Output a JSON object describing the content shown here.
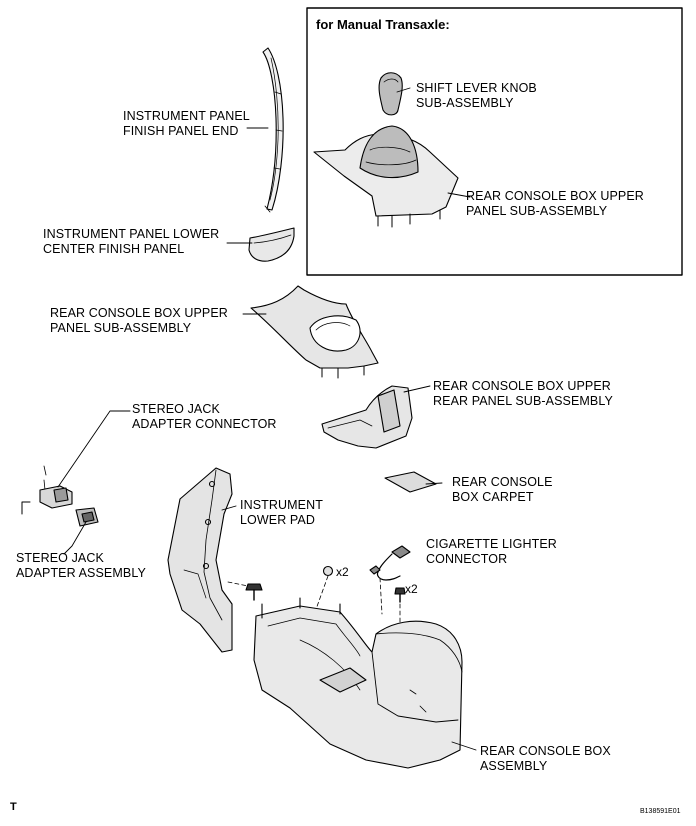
{
  "inset": {
    "title": "for Manual Transaxle:"
  },
  "labels": {
    "finish_end": [
      "INSTRUMENT PANEL",
      "FINISH PANEL END"
    ],
    "lower_center": [
      "INSTRUMENT PANEL LOWER",
      "CENTER FINISH PANEL"
    ],
    "knob": [
      "SHIFT LEVER KNOB",
      "SUB-ASSEMBLY"
    ],
    "upper_mt": [
      "REAR CONSOLE BOX UPPER",
      "PANEL SUB-ASSEMBLY"
    ],
    "upper": [
      "REAR CONSOLE BOX UPPER",
      "PANEL SUB-ASSEMBLY"
    ],
    "upper_rear": [
      "REAR CONSOLE BOX UPPER",
      "REAR PANEL SUB-ASSEMBLY"
    ],
    "jack_conn": [
      "STEREO JACK",
      "ADAPTER CONNECTOR"
    ],
    "carpet": [
      "REAR CONSOLE",
      "BOX CARPET"
    ],
    "lower_pad": [
      "INSTRUMENT",
      "LOWER PAD"
    ],
    "cig": [
      "CIGARETTE LIGHTER",
      "CONNECTOR"
    ],
    "jack_assy": [
      "STEREO JACK",
      "ADAPTER ASSEMBLY"
    ],
    "console": [
      "REAR CONSOLE BOX",
      "ASSEMBLY"
    ]
  },
  "quantities": {
    "clip": "x2",
    "screw": "x2"
  },
  "footer": {
    "mark": "T",
    "code": "B138591E01"
  }
}
